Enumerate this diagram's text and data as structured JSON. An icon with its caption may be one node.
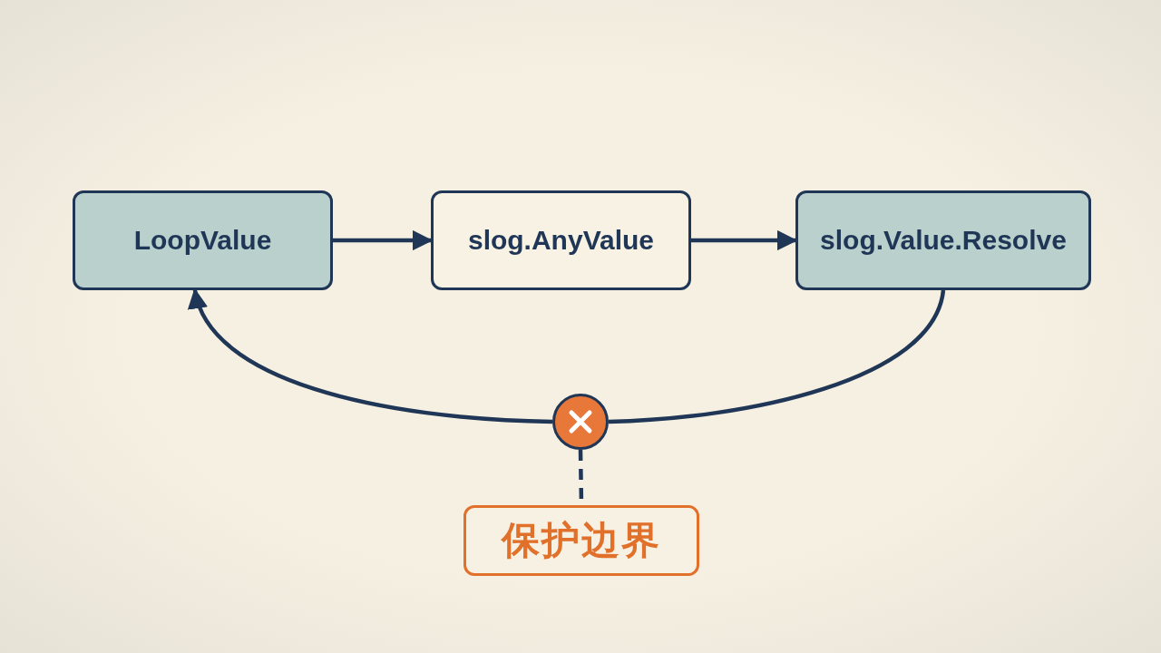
{
  "diagram": {
    "nodes": [
      {
        "text": [
          "LoopValue"
        ]
      },
      {
        "text": [
          "slog.AnyValue"
        ]
      },
      {
        "text": [
          "slog.Value.Resolve"
        ]
      },
      {
        "text": [],
        "shape": "circle"
      },
      {
        "text": [
          "保护边界"
        ]
      }
    ],
    "edges": [
      {
        "from": 0,
        "to": 1,
        "arrow": "to"
      },
      {
        "from": 1,
        "to": 2,
        "arrow": "to"
      },
      {
        "from": 2,
        "to": 3,
        "arrow": "none"
      },
      {
        "from": 3,
        "to": 0,
        "arrow": "to"
      },
      {
        "from": 3,
        "to": 4,
        "arrow": "none",
        "style": "dashed"
      }
    ]
  }
}
